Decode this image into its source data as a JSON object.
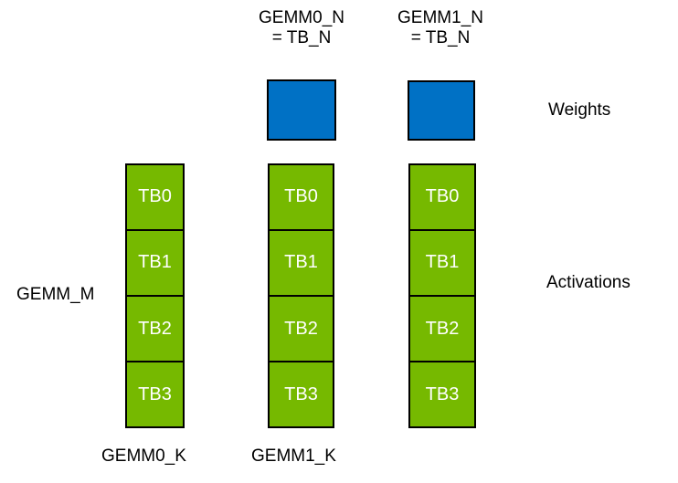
{
  "diagram": {
    "title_semantics": "GEMM thread-block tiling diagram",
    "top_labels": [
      {
        "line1": "GEMM0_N",
        "line2": "= TB_N"
      },
      {
        "line1": "GEMM1_N",
        "line2": "= TB_N"
      }
    ],
    "side_labels": {
      "gemm_m": "GEMM_M",
      "weights": "Weights",
      "activations": "Activations"
    },
    "bottom_labels": {
      "gemm0_k": "GEMM0_K",
      "gemm1_k": "GEMM1_K"
    },
    "weight_blocks_count": 2,
    "columns": [
      {
        "cells": [
          "TB0",
          "TB1",
          "TB2",
          "TB3"
        ]
      },
      {
        "cells": [
          "TB0",
          "TB1",
          "TB2",
          "TB3"
        ]
      },
      {
        "cells": [
          "TB0",
          "TB1",
          "TB2",
          "TB3"
        ]
      }
    ],
    "colors": {
      "activation_green": "#76B900",
      "weight_blue": "#0071C5",
      "outline_black": "#000000",
      "cell_text_white": "#FFFFFF",
      "background_white": "#FFFFFF"
    }
  }
}
